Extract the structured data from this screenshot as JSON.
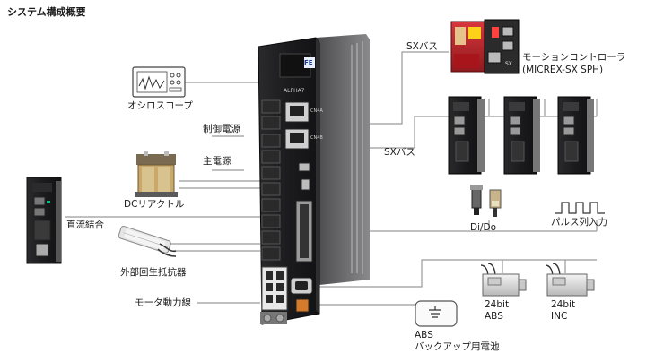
{
  "title": "システム構成概要",
  "labels": {
    "oscilloscope": "オシロスコープ",
    "control_power": "制御電源",
    "main_power": "主電源",
    "dc_reactor": "DCリアクトル",
    "dc_link": "直流結合",
    "ext_regen_resistor": "外部回生抵抗器",
    "motor_power_line": "モータ動力線",
    "sx_bus_top": "SXバス",
    "sx_bus_mid": "SXバス",
    "motion_controller_line1": "モーションコントローラ",
    "motion_controller_line2": "(MICREX-SX SPH)",
    "dido": "Di/Do",
    "pulse_input": "パルス列入力",
    "abs_bits": "24bit",
    "abs_type": "ABS",
    "inc_bits": "24bit",
    "inc_type": "INC",
    "battery_line1": "ABS",
    "battery_line2": "バックアップ用電池"
  },
  "device_markings": {
    "brand": "FE",
    "model": "ALPHA7",
    "port_cn4a": "CN4A",
    "port_cn4b": "CN4B",
    "sx_tag": "SX"
  },
  "colors": {
    "servo_body": "#1c1c1e",
    "servo_edge": "#3a3a3c",
    "controller_red": "#c0262c",
    "line": "#8a8a8a",
    "motor_silver": "#d9d9d9"
  }
}
